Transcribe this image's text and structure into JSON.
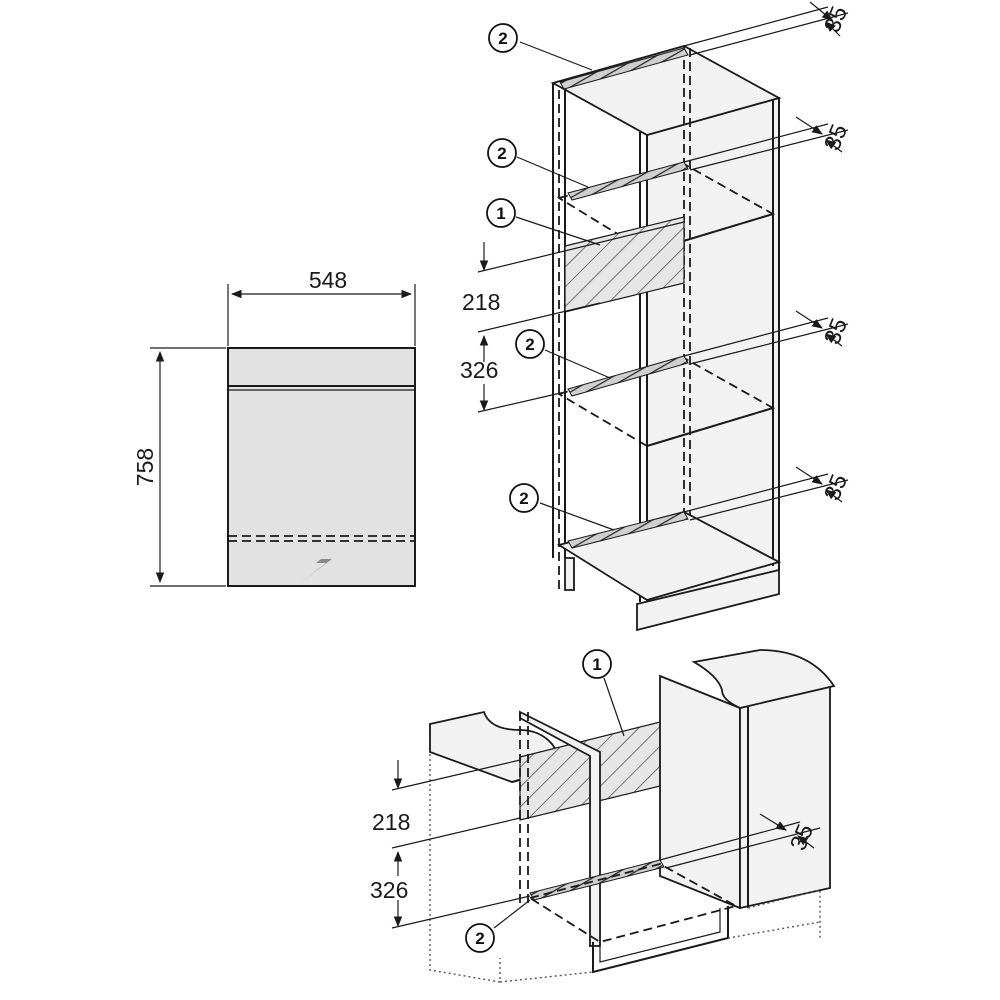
{
  "oven_front": {
    "width_label": "548",
    "height_label": "758",
    "power_icon": "lightning-bolt-icon"
  },
  "tall_cabinet": {
    "clearance_labels": [
      "35",
      "35",
      "35",
      "35"
    ],
    "vertical_labels": [
      "218",
      "326"
    ],
    "callouts": [
      "2",
      "2",
      "1",
      "2",
      "2"
    ]
  },
  "base_cabinet": {
    "clearance_label": "35",
    "vertical_labels": [
      "218",
      "326"
    ],
    "callouts": [
      "1",
      "2"
    ]
  }
}
